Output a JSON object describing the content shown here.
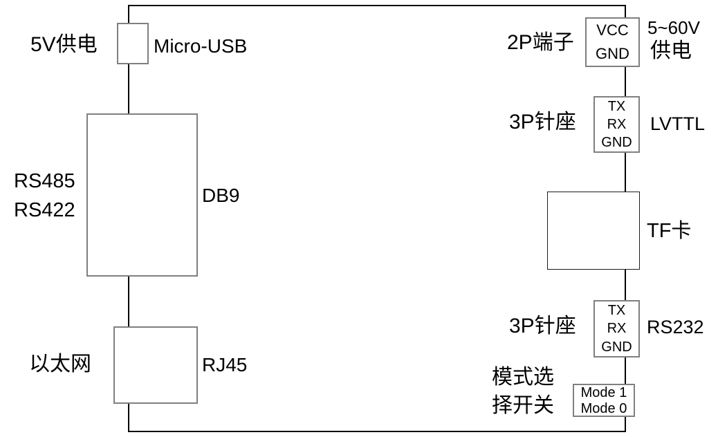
{
  "diagram": {
    "background": "#ffffff",
    "line_color": "#000000",
    "box_border_color": "#7f7f7f",
    "text_color": "#000000",
    "left_chain": {
      "micro_usb": {
        "power_label": "5V供电",
        "connector_label": "Micro-USB"
      },
      "db9": {
        "interface_label_line1": "RS485",
        "interface_label_line2": "RS422",
        "connector_label": "DB9"
      },
      "rj45": {
        "interface_label": "以太网",
        "connector_label": "RJ45"
      }
    },
    "right_chain": {
      "power_terminal": {
        "connector_label": "2P端子",
        "pin1": "VCC",
        "pin2": "GND",
        "power_label_line1": "5~60V",
        "power_label_line2": "供电"
      },
      "lvttl_header": {
        "connector_label": "3P针座",
        "pin1": "TX",
        "pin2": "RX",
        "pin3": "GND",
        "interface_label": "LVTTL"
      },
      "tf_card": {
        "label": "TF卡"
      },
      "rs232_header": {
        "connector_label": "3P针座",
        "pin1": "TX",
        "pin2": "RX",
        "pin3": "GND",
        "interface_label": "RS232"
      },
      "mode_switch": {
        "label_line1": "模式选",
        "label_line2": "择开关",
        "option1": "Mode 1",
        "option2": "Mode 0"
      }
    }
  }
}
